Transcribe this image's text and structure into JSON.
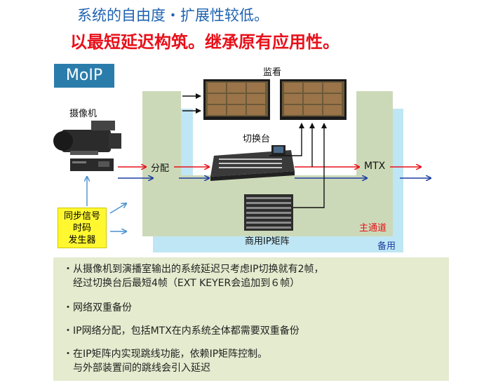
{
  "header": {
    "line1": "系统的自由度・扩展性较低。",
    "line2": "以最短延迟构筑。继承原有应用性。"
  },
  "badge": "MoIP",
  "labels": {
    "camera": "摄像机",
    "monitor": "监看",
    "switcher": "切换台",
    "distribution": "分配",
    "mtx": "MTX",
    "main_channel": "主通道",
    "backup": "备用",
    "ip_matrix": "商用IP矩阵"
  },
  "sync_generator": [
    "同步信号",
    "时码",
    "发生器"
  ],
  "colors": {
    "main_channel": "#e8101a",
    "backup": "#1e62b0",
    "primary_block": "#ccd9b8",
    "backup_block": "#bfe6f4"
  },
  "bullets": [
    [
      "・从摄像机到演播室输出的系统延迟只考虑IP切换就有2帧，",
      "　经过切换台后最短4帧（EXT KEYER会追加到６帧）"
    ],
    [
      "・网络双重备份"
    ],
    [
      "・IP网络分配，包括MTX在内系统全体都需要双重备份"
    ],
    [
      "・在IP矩阵内实现跳线功能，依赖IP矩阵控制。",
      "　与外部装置间的跳线会引入延迟"
    ]
  ]
}
